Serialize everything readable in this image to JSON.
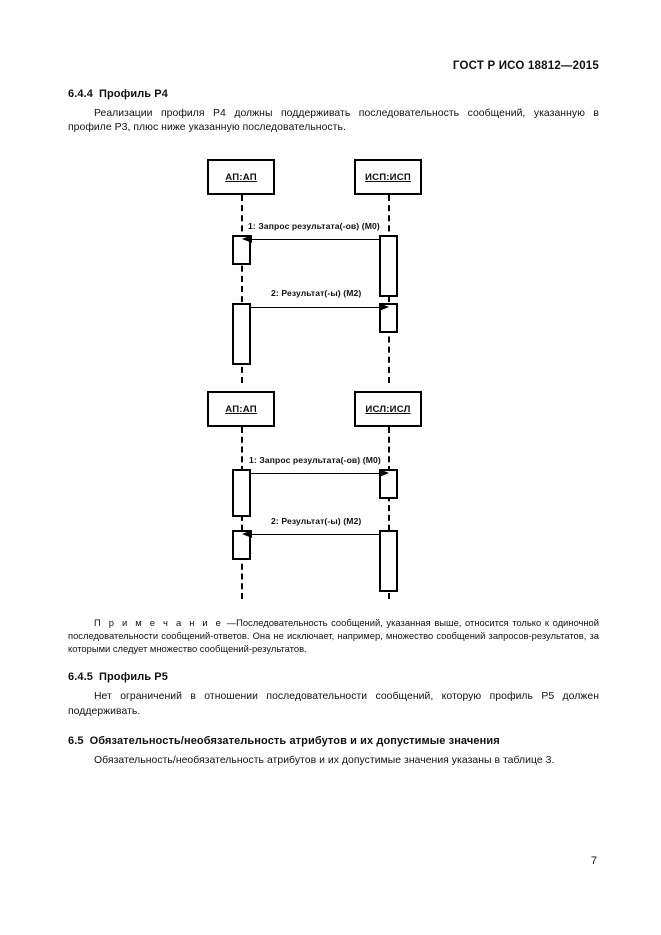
{
  "header": {
    "standard": "ГОСТ Р ИСО 18812—2015"
  },
  "sections": {
    "s644": {
      "number": "6.4.4",
      "title": "Профиль Р4",
      "paragraph": "Реализации профиля Р4 должны поддерживать последовательность сообщений, указанную в профиле Р3, плюс ниже указанную последовательность."
    },
    "note": {
      "label": "П р и м е ч а н и е",
      "dash": "—",
      "text": "Последовательность сообщений, указанная выше, относится только к одиночной последовательности сообщений-ответов. Она не исключает, например, множество сообщений запросов-результатов, за которыми следует множество сообщений-результатов."
    },
    "s645": {
      "number": "6.4.5",
      "title": "Профиль Р5",
      "paragraph": "Нет ограничений в отношении последовательности сообщений, которую профиль Р5  должен поддерживать."
    },
    "s65": {
      "number": "6.5",
      "title": "Обязательность/необязательность атрибутов и их допустимые значения",
      "paragraph": "Обязательность/необязательность атрибутов и их допустимые значения указаны в таблице 3."
    }
  },
  "diagram1": {
    "actor_left": "АП:АП",
    "actor_right": "ИСП:ИСП",
    "messages": [
      {
        "label": "1: Запрос результата(-ов) (М0)",
        "direction": "left"
      },
      {
        "label": "2: Результат(-ы) (М2)",
        "direction": "right"
      }
    ]
  },
  "diagram2": {
    "actor_left": "АП:АП",
    "actor_right": "ИСЛ:ИСЛ",
    "messages": [
      {
        "label": "1: Запрос результата(-ов) (М0)",
        "direction": "right"
      },
      {
        "label": "2: Результат(-ы) (М2)",
        "direction": "left"
      }
    ]
  },
  "page_number": "7"
}
